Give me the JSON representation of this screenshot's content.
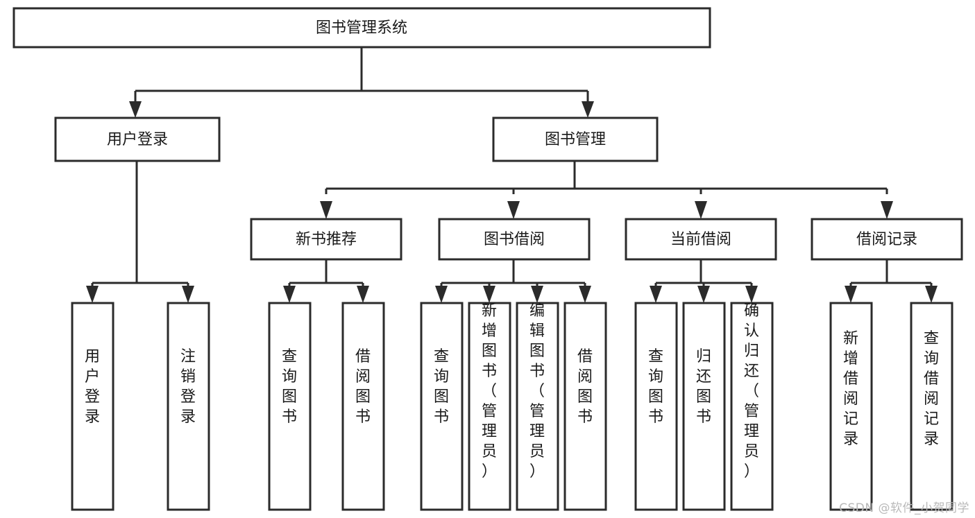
{
  "diagram": {
    "type": "tree-hierarchy-chart",
    "title": "图书管理系统",
    "orientation": "top-down",
    "colors": {
      "stroke": "#2b2b2b",
      "fill": "#ffffff",
      "text": "#1a1a1a",
      "watermark": "#b9b9b9"
    },
    "root": {
      "label": "图书管理系统"
    },
    "level2": [
      {
        "label": "用户登录"
      },
      {
        "label": "图书管理"
      }
    ],
    "level3": [
      {
        "label": "新书推荐"
      },
      {
        "label": "图书借阅"
      },
      {
        "label": "当前借阅"
      },
      {
        "label": "借阅记录"
      }
    ],
    "leaves": {
      "user_login": [
        {
          "label": "用户登录"
        },
        {
          "label": "注销登录"
        }
      ],
      "new_book_recommend": [
        {
          "label": "查询图书"
        },
        {
          "label": "借阅图书"
        }
      ],
      "book_borrow": [
        {
          "label": "查询图书"
        },
        {
          "label": "新增图书（管理员）"
        },
        {
          "label": "编辑图书（管理员）"
        },
        {
          "label": "借阅图书"
        }
      ],
      "current_borrow": [
        {
          "label": "查询图书"
        },
        {
          "label": "归还图书"
        },
        {
          "label": "确认归还（管理员）"
        }
      ],
      "borrow_record": [
        {
          "label": "新增借阅记录"
        },
        {
          "label": "查询借阅记录"
        }
      ]
    }
  },
  "watermark": {
    "text": "CSDN @软件_小贺同学"
  }
}
